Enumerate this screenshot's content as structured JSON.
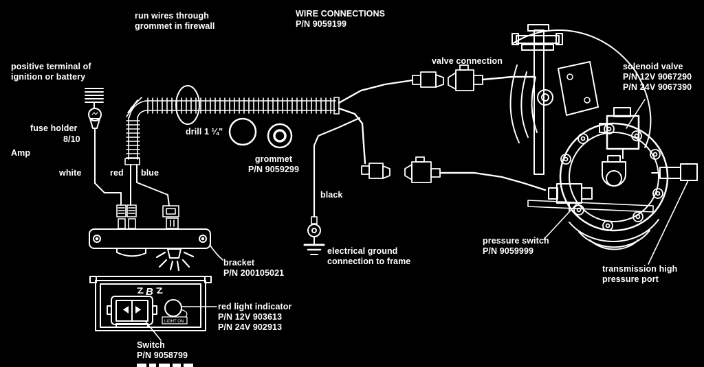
{
  "colors": {
    "background": "#000000",
    "ink": "#ffffff"
  },
  "labels": {
    "run_wires": {
      "text": "run wires through\ngrommet in firewall"
    },
    "wire_connections": {
      "text": "WIRE CONNECTIONS\nP/N 9059199"
    },
    "positive_terminal": {
      "text": "positive terminal of\nignition or battery"
    },
    "fuse_holder": {
      "text": "fuse holder"
    },
    "fuse_rating": {
      "text": "8/10"
    },
    "amp": {
      "text": "Amp"
    },
    "wire_white": {
      "text": "white"
    },
    "wire_red": {
      "text": "red"
    },
    "wire_blue": {
      "text": "blue"
    },
    "drill": {
      "text": "drill 1 ¼\""
    },
    "grommet": {
      "text": "grommet\nP/N 9059299"
    },
    "wire_black": {
      "text": "black"
    },
    "ground": {
      "text": "electrical ground\nconnection to frame"
    },
    "valve_connection": {
      "text": "valve connection"
    },
    "solenoid_valve": {
      "text": "solenoid valve\nP/N 12V 9067290\nP/N 24V 9067390"
    },
    "pressure_switch": {
      "text": "pressure switch\nP/N 9059999"
    },
    "trans_port": {
      "text": "transmission high\npressure port"
    },
    "bracket": {
      "text": "bracket\nP/N 200105021"
    },
    "red_light": {
      "text": "red light indicator\nP/N 12V 903613\nP/N 24V 902913"
    },
    "switch": {
      "text": "Switch\nP/N 9058799"
    }
  },
  "panel": {
    "logo": "B",
    "light_caption": "LIGHT ON"
  }
}
